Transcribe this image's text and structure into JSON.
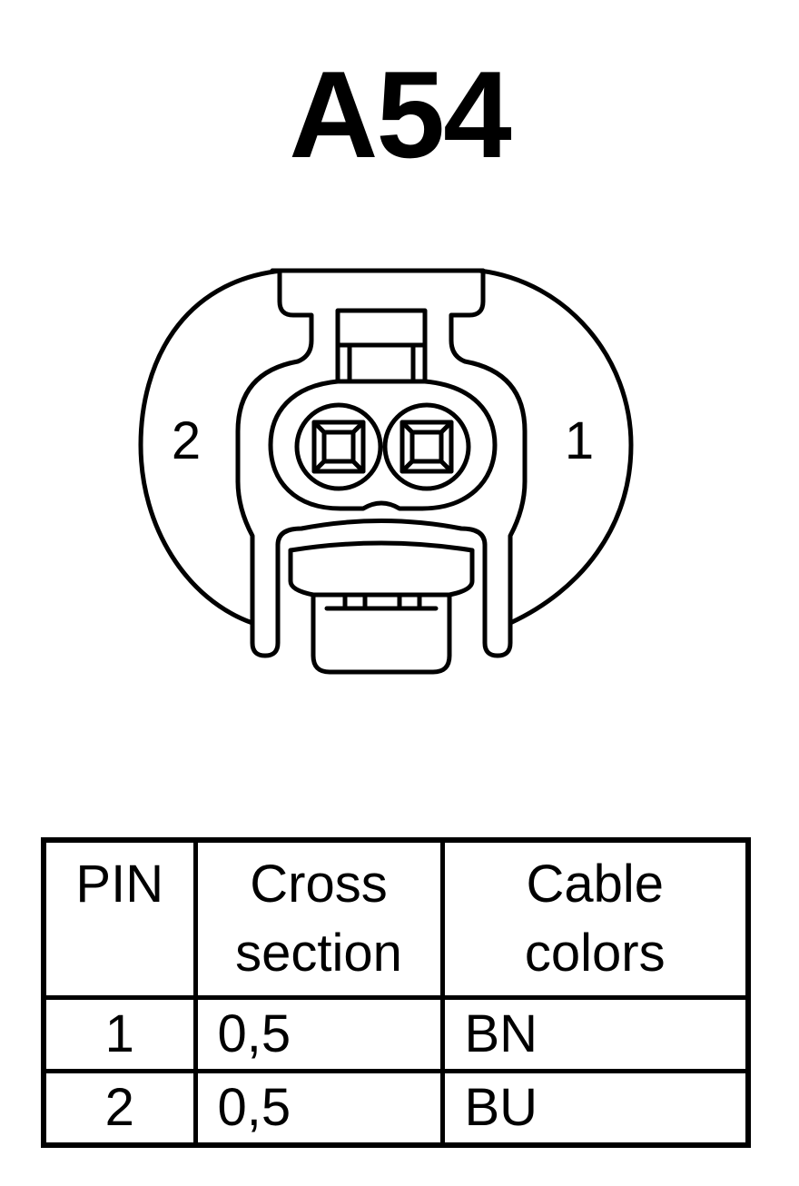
{
  "connector": {
    "title": "A54",
    "pin_labels": {
      "left": "2",
      "right": "1"
    }
  },
  "table": {
    "headers": {
      "pin": "PIN",
      "cross_section": [
        "Cross",
        "section"
      ],
      "cable_colors": [
        "Cable",
        "colors"
      ]
    },
    "rows": [
      {
        "pin": "1",
        "cross_section": "0,5",
        "cable_color": "BN"
      },
      {
        "pin": "2",
        "cross_section": "0,5",
        "cable_color": "BU"
      }
    ]
  }
}
